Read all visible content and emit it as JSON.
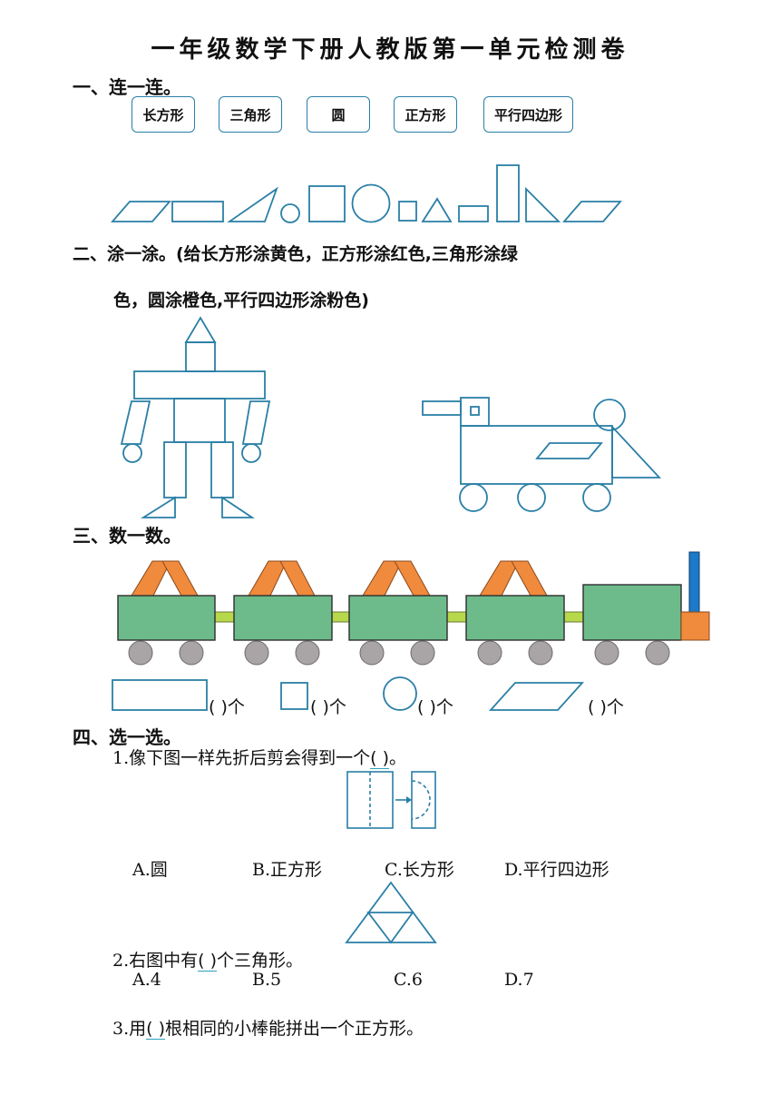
{
  "title": "一年级数学下册人教版第一单元检测卷",
  "section1": {
    "heading": "一、连一连。",
    "labels": [
      "长方形",
      "三角形",
      "圆",
      "正方形",
      "平行四边形"
    ]
  },
  "section2": {
    "heading_line1": "二、涂一涂。(给长方形涂黄色，正方形涂红色,三角形涂绿",
    "heading_line2": "色，圆涂橙色,平行四边形涂粉色)"
  },
  "section3": {
    "heading": "三、数一数。",
    "counts": [
      {
        "shape": "rectangle",
        "text": "(    )个"
      },
      {
        "shape": "square",
        "text": "(    )个"
      },
      {
        "shape": "circle",
        "text": "(    )个"
      },
      {
        "shape": "parallelogram",
        "text": "(    )个"
      }
    ]
  },
  "section4": {
    "heading": "四、选一选。",
    "q1": {
      "number": "1.",
      "text_before": "像下图一样先折后剪会得到一个",
      "blank": "(   )",
      "text_after": "。",
      "options": [
        "A.圆",
        "B.正方形",
        "C.长方形",
        "D.平行四边形"
      ]
    },
    "q2": {
      "number": "2.",
      "text_before": "右图中有",
      "blank": "(   )",
      "text_after": "个三角形。",
      "options": [
        "A.4",
        "B.5",
        "C.6",
        "D.7"
      ]
    },
    "q3": {
      "number": "3.",
      "text_before": "用",
      "blank": "(   )",
      "text_after": "根相同的小棒能拼出一个正方形。"
    }
  },
  "colors": {
    "shape_stroke": "#2a7fa6",
    "train_green": "#6dbb8a",
    "train_orange": "#f08a3c",
    "wheel_gray": "#a9a4a6",
    "connector_green": "#b6d84a",
    "chimney_blue": "#1d7ac8",
    "blank_line": "#2aa2b8"
  }
}
